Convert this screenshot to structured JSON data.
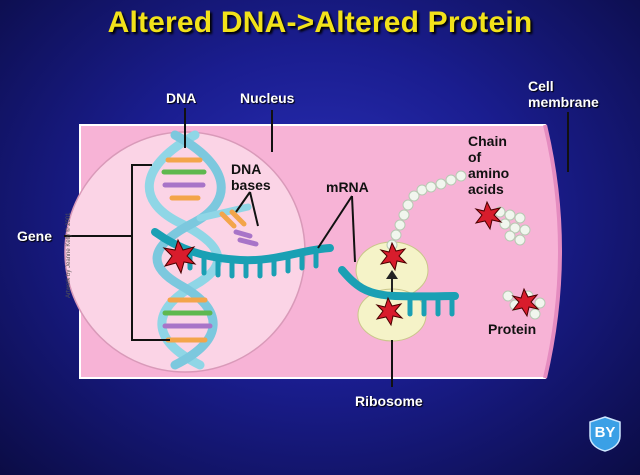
{
  "title": "Altered DNA->Altered Protein",
  "labels": {
    "dna": "DNA",
    "nucleus": "Nucleus",
    "cell_membrane_line1": "Cell",
    "cell_membrane_line2": "membrane",
    "gene": "Gene",
    "dna_bases_line1": "DNA",
    "dna_bases_line2": "bases",
    "mrna": "mRNA",
    "chain_line1": "Chain",
    "chain_line2": "of",
    "chain_line3": "amino",
    "chain_line4": "acids",
    "protein": "Protein",
    "ribosome": "Ribosome"
  },
  "credit": "Artwork by Jeanne Kelly © 2001",
  "logo_text": "BY",
  "colors": {
    "title": "#f2e21a",
    "cell": "#f7b3d6",
    "nucleus": "#f9c8e0",
    "strand": "#1aa0b4",
    "mutation": "#d81c2c"
  }
}
